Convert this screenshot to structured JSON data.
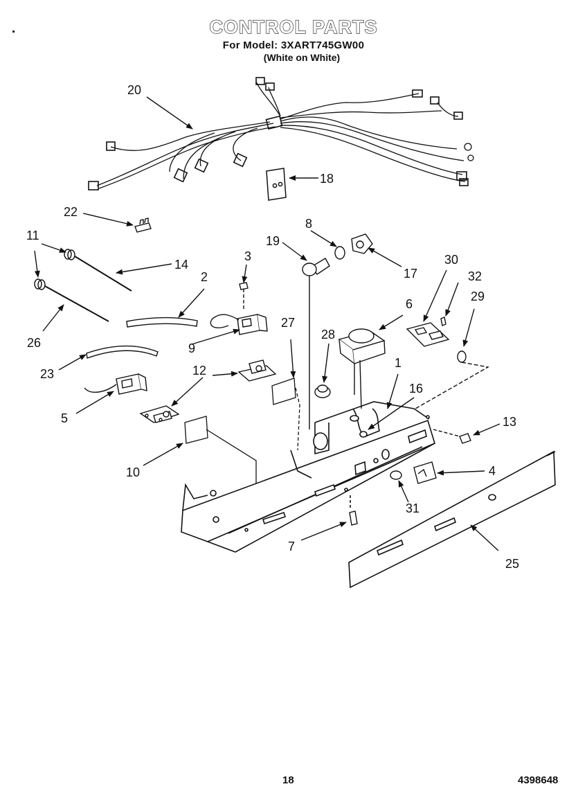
{
  "header": {
    "title": "CONTROL PARTS",
    "model_line": "For Model: 3XART745GW00",
    "color_line": "(White on White)"
  },
  "callouts": [
    "20",
    "18",
    "22",
    "11",
    "14",
    "8",
    "19",
    "17",
    "3",
    "30",
    "32",
    "2",
    "29",
    "6",
    "27",
    "28",
    "26",
    "9",
    "1",
    "16",
    "23",
    "12",
    "5",
    "13",
    "10",
    "4",
    "31",
    "7",
    "25"
  ],
  "footer": {
    "page_number": "18",
    "document_number": "4398648"
  }
}
